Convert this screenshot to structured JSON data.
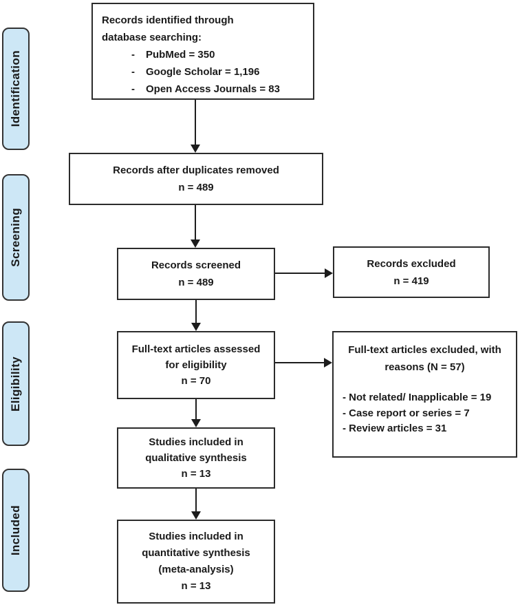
{
  "sidebar": {
    "stages": [
      {
        "label": "Identification"
      },
      {
        "label": "Screening"
      },
      {
        "label": "Eligibility"
      },
      {
        "label": "Included"
      }
    ]
  },
  "flow": {
    "identified": {
      "line1": "Records identified through",
      "line2": "database searching:",
      "bullet": "-",
      "items": [
        "PubMed = 350",
        "Google Scholar = 1,196",
        "Open Access Journals = 83"
      ]
    },
    "duplicates_removed": {
      "line1": "Records after duplicates removed",
      "line2": "n = 489"
    },
    "screened": {
      "line1": "Records screened",
      "line2": "n = 489"
    },
    "records_excluded": {
      "line1": "Records excluded",
      "line2": "n = 419"
    },
    "fulltext_assessed": {
      "line1": "Full-text articles assessed",
      "line2": "for eligibility",
      "line3": "n = 70"
    },
    "fulltext_excluded": {
      "title1": "Full-text articles excluded, with",
      "title2": "reasons (N = 57)",
      "reasons": [
        "- Not related/ Inapplicable = 19",
        "- Case report or series = 7",
        "- Review articles = 31"
      ]
    },
    "qualitative": {
      "line1": "Studies included in",
      "line2": "qualitative synthesis",
      "line3": "n = 13"
    },
    "quantitative": {
      "line1": "Studies included in",
      "line2": "quantitative synthesis",
      "line3": "(meta-analysis)",
      "line4": "n = 13"
    }
  },
  "colors": {
    "stage_fill": "#cde7f6",
    "stage_border": "#333333",
    "box_border": "#2b2b2b",
    "arrow": "#1c1c1c",
    "text": "#1a1a1a",
    "background": "#ffffff"
  }
}
